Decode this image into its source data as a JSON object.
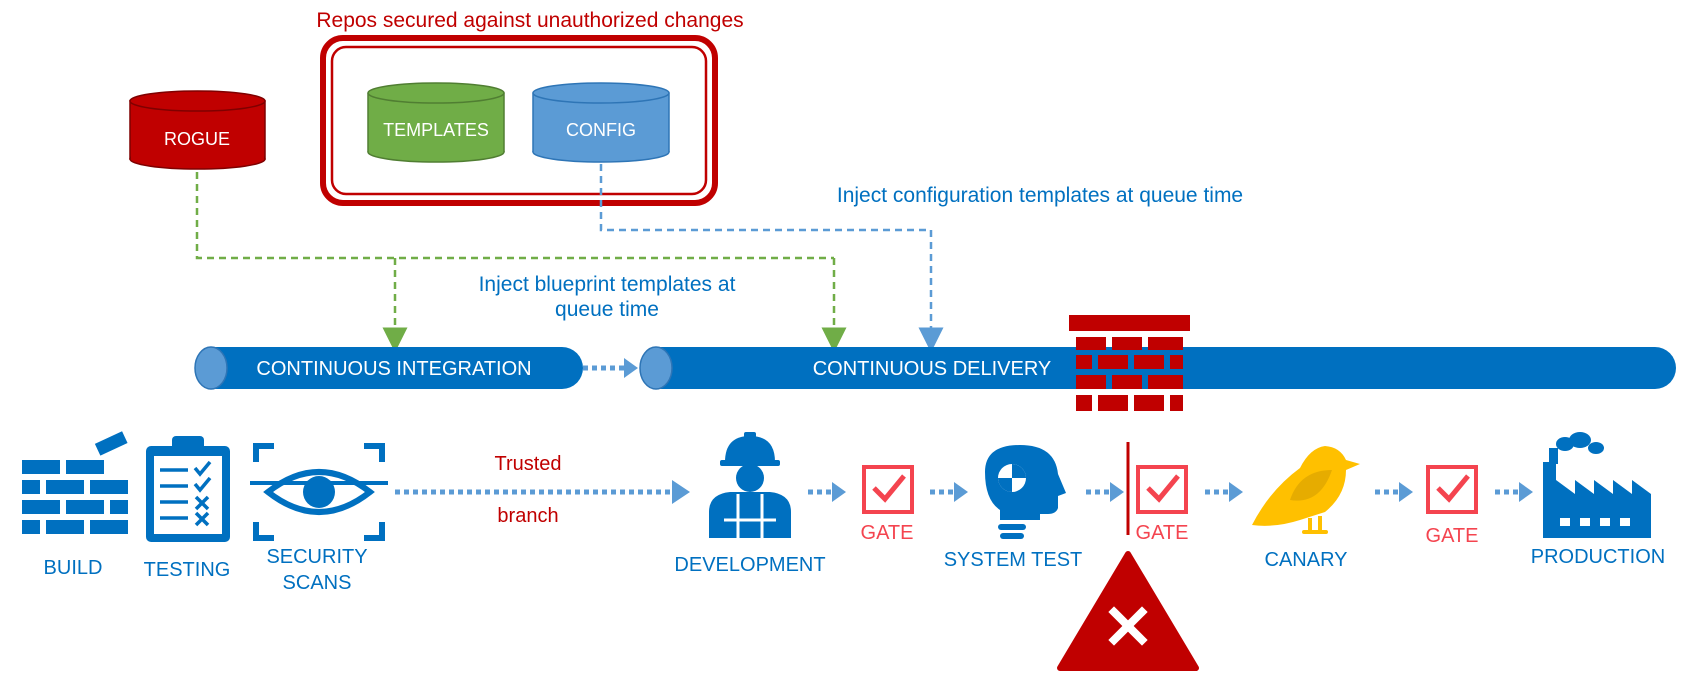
{
  "repos": {
    "secured_caption": "Repos secured against unauthorized changes",
    "rogue": "ROGUE",
    "templates": "TEMPLATES",
    "config": "CONFIG"
  },
  "annotations": {
    "inject_config": "Inject configuration templates at queue time",
    "inject_blueprint_line1": "Inject blueprint templates at",
    "inject_blueprint_line2": "queue time",
    "trusted": "Trusted",
    "branch": "branch"
  },
  "pipes": {
    "ci": "CONTINUOUS INTEGRATION",
    "cd": "CONTINUOUS DELIVERY"
  },
  "stages": {
    "build": "BUILD",
    "testing": "TESTING",
    "security_line1": "SECURITY",
    "security_line2": "SCANS",
    "development": "DEVELOPMENT",
    "system_test": "SYSTEM TEST",
    "canary": "CANARY",
    "production": "PRODUCTION"
  },
  "gates": {
    "gate1": "GATE",
    "gate2": "GATE",
    "gate3": "GATE"
  },
  "colors": {
    "blue": "#0070c0",
    "light_blue": "#5b9bd5",
    "red": "#c00000",
    "gate_red": "#f4444f",
    "green": "#70ad47",
    "yellow": "#ffc000"
  }
}
